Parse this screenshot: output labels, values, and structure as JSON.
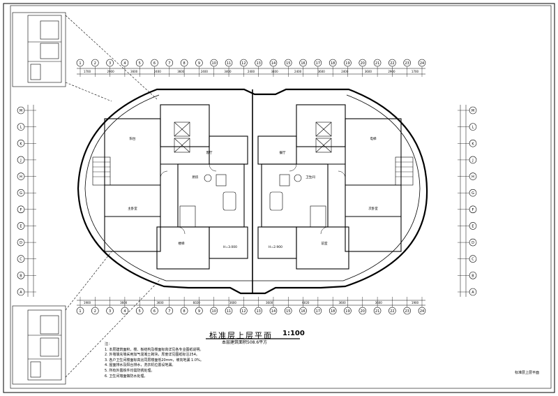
{
  "drawing": {
    "title": "标准层上层平面",
    "scale": "1:100",
    "area_note": "本层建筑面积508.6平方",
    "notes_label": "注：",
    "notes": [
      "1. 本层建筑面积，楼、板结构及楼面标高详见各专业图纸说明。",
      "2. 外墙填充墙采用加气混凝土砌块，厚度详见图纸标注254。",
      "3. 各户卫生间楼面标高比同层楼面低20mm，坡向地漏 1.0%。",
      "4. 屋面排水及阳台排水，洗衣机位置设地漏。",
      "5. 所有外露铁件均需防锈处理。",
      "6. 卫生间墙面做防水处理。"
    ],
    "corner_label": "标准层上层平面",
    "axis_numbers_top": [
      "1",
      "2",
      "3",
      "4",
      "5",
      "6",
      "7",
      "8",
      "9",
      "10",
      "11",
      "12",
      "13",
      "14",
      "15",
      "16",
      "17",
      "18",
      "19",
      "20",
      "21",
      "22",
      "23",
      "24"
    ],
    "dims_top": [
      "1700",
      "2900",
      "3600",
      "2400",
      "3600",
      "2400",
      "3400",
      "2400",
      "3400",
      "2400",
      "3600",
      "2400",
      "3600",
      "2900",
      "1700"
    ],
    "dims_bottom": [
      "1900",
      "3600",
      "3600",
      "6020",
      "3600",
      "3600",
      "6020",
      "3600",
      "3600",
      "1900"
    ],
    "axis_letters_left": [
      "M",
      "L",
      "K",
      "J",
      "H",
      "G",
      "F",
      "E",
      "D",
      "C",
      "B",
      "A"
    ],
    "axis_letters_right": [
      "M",
      "L",
      "K",
      "J",
      "H",
      "G",
      "F",
      "E",
      "D",
      "C",
      "B",
      "A"
    ],
    "room_labels": [
      "主卧室",
      "次卧室",
      "客厅",
      "餐厅",
      "厨房",
      "卫生间",
      "阳台",
      "电梯",
      "楼梯",
      "前室",
      "H=3.000",
      "H=2.900"
    ]
  }
}
